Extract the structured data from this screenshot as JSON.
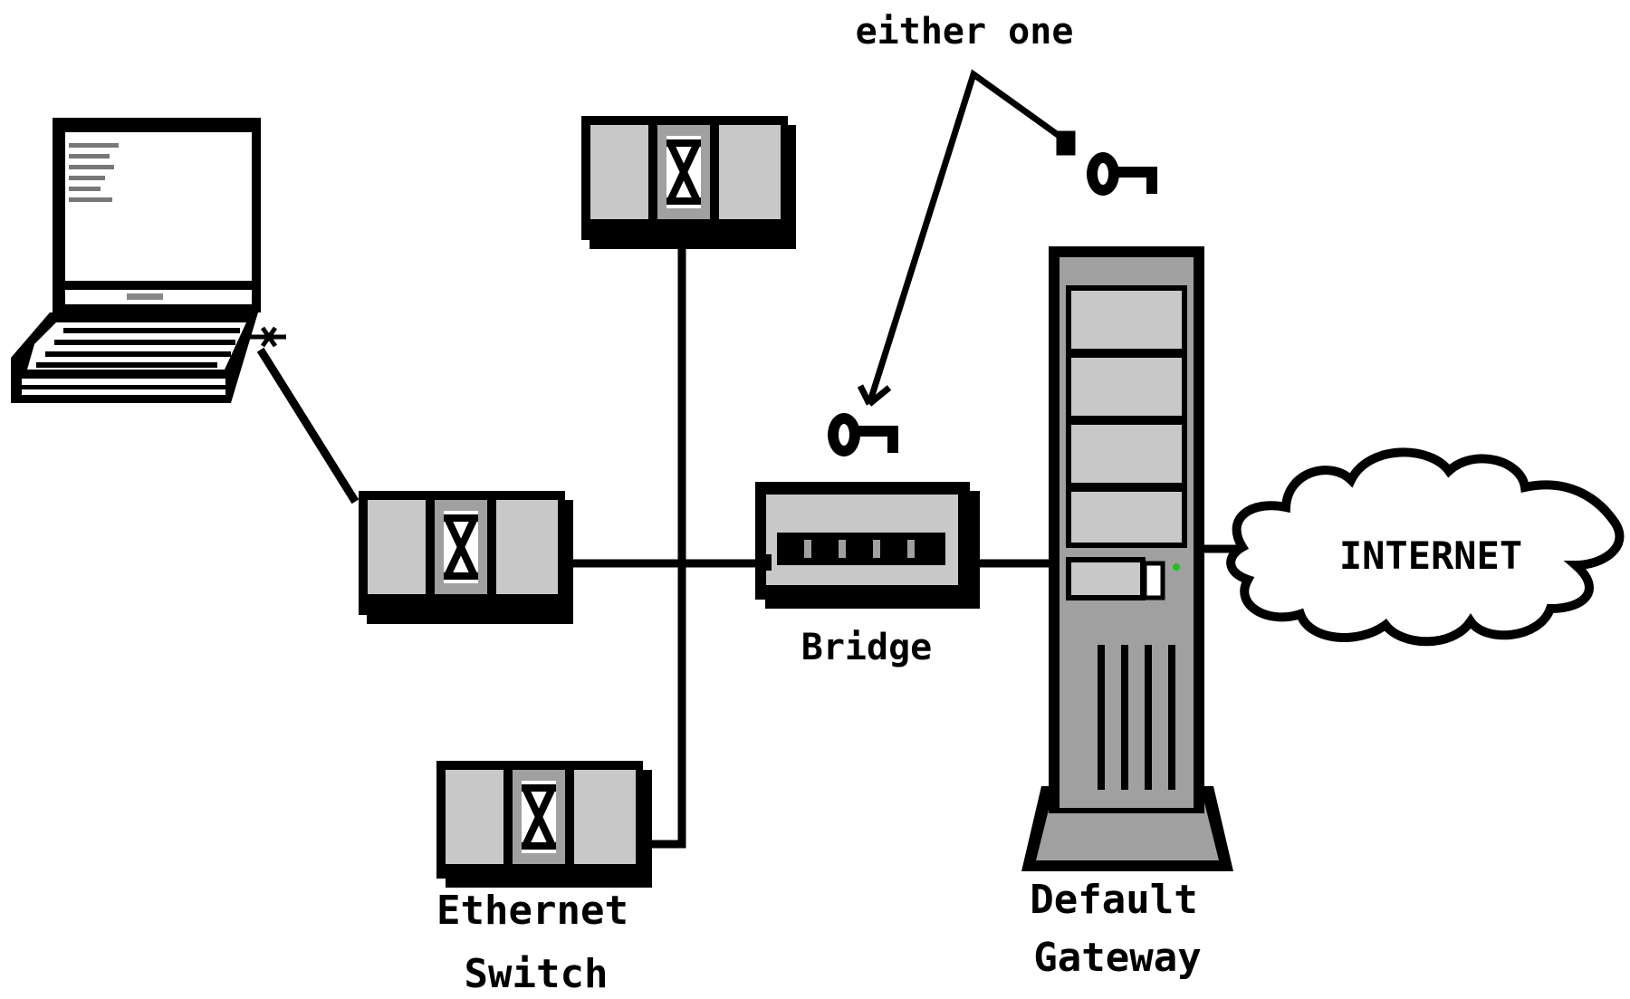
{
  "labels": {
    "either_one": "either one",
    "bridge": "Bridge",
    "ethernet_switch_line1": "Ethernet",
    "ethernet_switch_line2": "Switch",
    "default_gateway_line1": "Default",
    "default_gateway_line2": "Gateway",
    "internet": "INTERNET"
  },
  "colors": {
    "stroke": "#000000",
    "device_fill": "#c8c8c8",
    "device_inner": "#a0a0a0",
    "background": "#ffffff",
    "led": "#20c020"
  },
  "icons": {
    "laptop": "laptop-icon",
    "switch": "ethernet-switch-icon",
    "bridge": "bridge-icon",
    "gateway": "server-tower-icon",
    "cloud": "cloud-icon",
    "key": "key-icon"
  }
}
